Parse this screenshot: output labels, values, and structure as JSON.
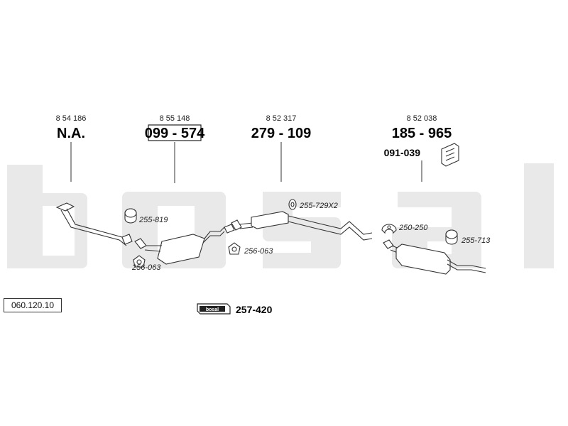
{
  "diagram_id": "060.120.10",
  "watermark": {
    "text": "bosal",
    "color": "#e8e8e8"
  },
  "columns": [
    {
      "ref": "8 54 186",
      "part": "N.A.",
      "boxed": false
    },
    {
      "ref": "8 55 148",
      "part": "099 - 574",
      "boxed": true
    },
    {
      "ref": "8 52 317",
      "part": "279 - 109",
      "boxed": false
    },
    {
      "ref": "8 52 038",
      "part": "185 - 965",
      "boxed": false
    }
  ],
  "extra_part": "091-039",
  "accessories": [
    "255-819",
    "256-063",
    "256-063",
    "255-729X2",
    "250-250",
    "255-713"
  ],
  "kit": {
    "badge": "bosal",
    "part": "257-420"
  }
}
